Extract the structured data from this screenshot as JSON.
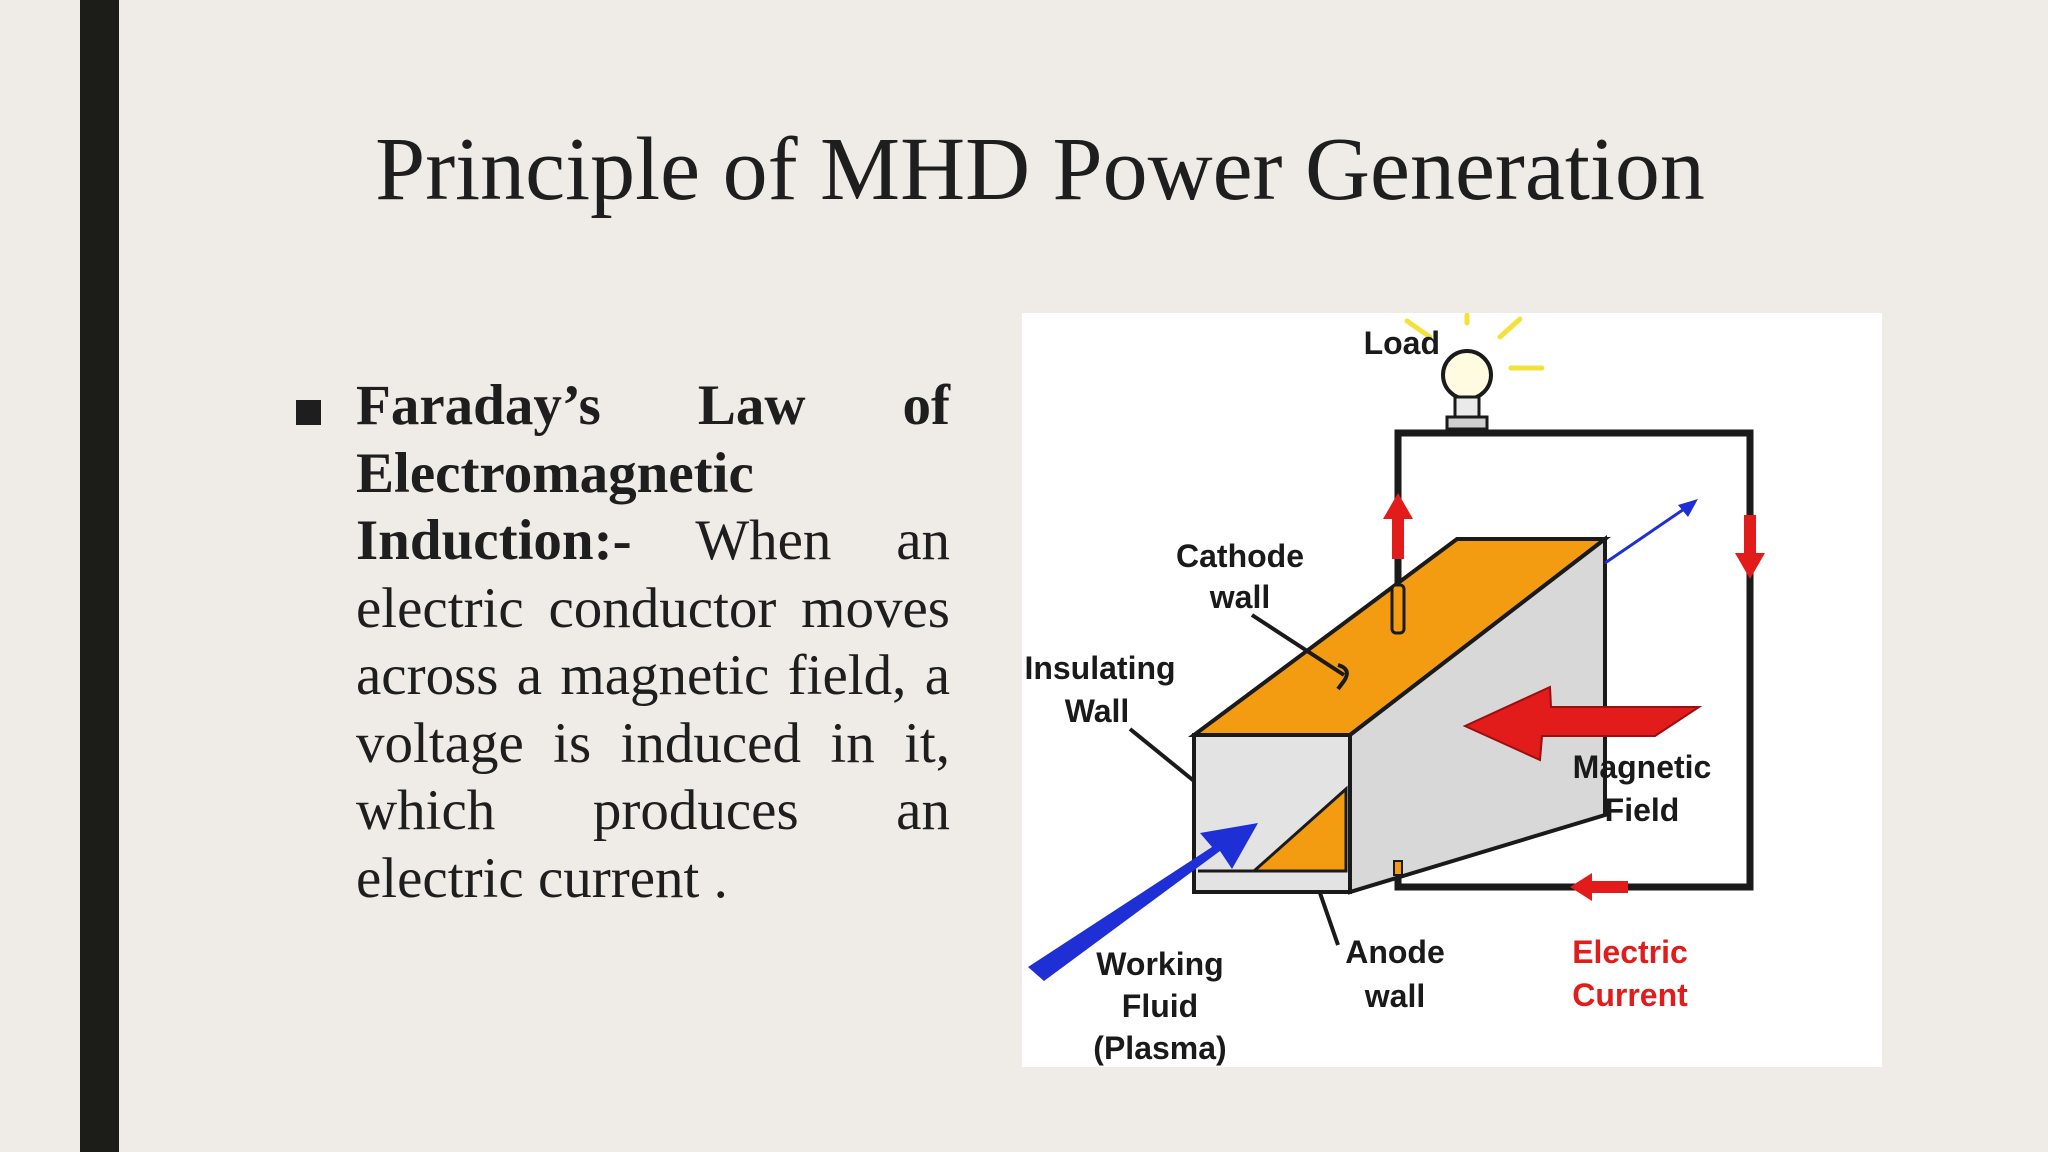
{
  "slide": {
    "title": "Principle of MHD Power Generation",
    "bullet": {
      "heading": "Faraday’s Law of Electromagnetic Induction:-",
      "body": "When an electric conductor moves across a magnetic field, a voltage is induced in it, which produces an electric current ."
    }
  },
  "figure": {
    "labels": {
      "load": "Load",
      "cathode_1": "Cathode",
      "cathode_2": "wall",
      "insulating_1": "Insulating",
      "insulating_2": "Wall",
      "magnetic_1": "Magnetic",
      "magnetic_2": "Field",
      "working_1": "Working",
      "working_2": "Fluid",
      "working_3": "(Plasma)",
      "anode_1": "Anode",
      "anode_2": "wall",
      "current_1": "Electric",
      "current_2": "Current"
    },
    "colors": {
      "electrode": "#f39c12",
      "wall": "#d8d8d8",
      "fluid_arrow": "#1f2fd6",
      "field_arrow": "#e21b1b",
      "current_arrow": "#e21b1b",
      "bulb_glow": "#f4e23a"
    }
  }
}
